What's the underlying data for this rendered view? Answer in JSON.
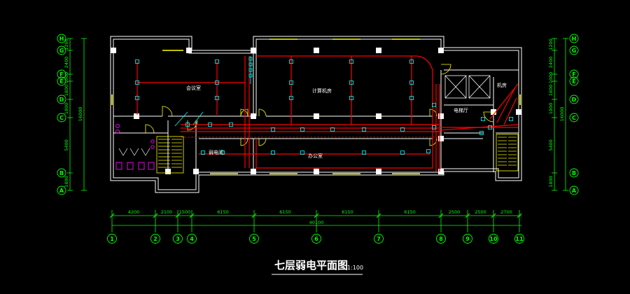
{
  "title": "七层弱电平面图",
  "scale": "1:100",
  "colors": {
    "background": "#000000",
    "walls": "#ffffff",
    "dimensions": "#00ff00",
    "cabling": "#ff0000",
    "devices": "#00ffff",
    "doors": "#ffff00",
    "fixtures": "#ff00ff"
  },
  "axis_bottom": [
    "1",
    "2",
    "3",
    "4",
    "5",
    "6",
    "7",
    "8",
    "9",
    "10",
    "11"
  ],
  "axis_bottom_spans": [
    "4200",
    "2100",
    "1500",
    "6150",
    "6150",
    "6150",
    "6150",
    "2500",
    "2500",
    "2700"
  ],
  "axis_bottom_total": "40100",
  "left_axis": [
    "H",
    "G",
    "F",
    "E",
    "D",
    "C",
    "B",
    "A"
  ],
  "left_spans": [
    "1200",
    "2400",
    "1000",
    "1800",
    "1800",
    "5400",
    "1800"
  ],
  "left_total": "16000",
  "right_axis": [
    "H",
    "G",
    "F",
    "E",
    "D",
    "C",
    "B",
    "A"
  ],
  "right_spans": [
    "1200",
    "2400",
    "1000",
    "1800",
    "1800",
    "5400",
    "1800"
  ],
  "right_total": "16000",
  "room_labels": [
    "弱电间",
    "会议室",
    "计算机房",
    "办公室",
    "电梯厅"
  ]
}
